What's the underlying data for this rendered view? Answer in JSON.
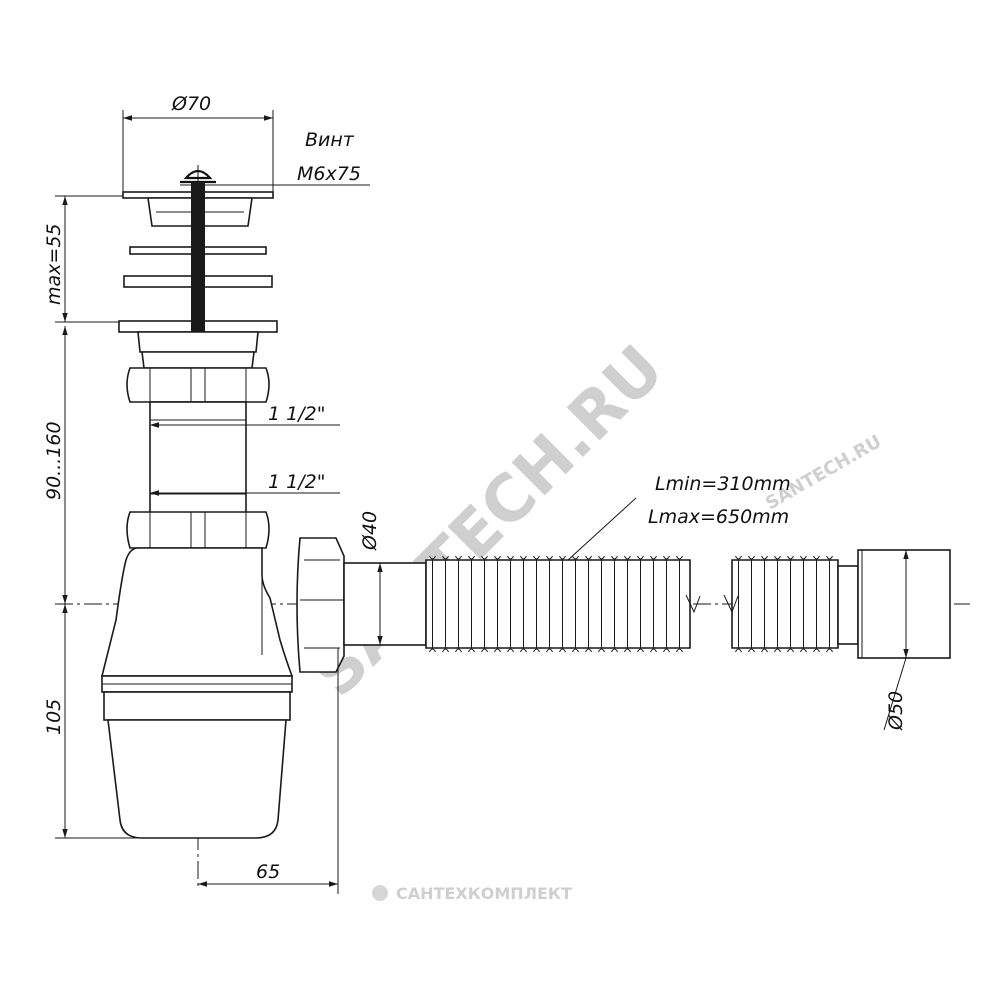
{
  "dimensions": {
    "drain_diameter": "Ø70",
    "screw_label": "Винт",
    "screw_size": "М6х75",
    "mount_thickness": "max=55",
    "connection_top": "1 1/2\"",
    "connection_bottom": "1 1/2\"",
    "height_range": "90...160",
    "outlet_diameter": "Ø40",
    "hose_length_min": "Lmin=310mm",
    "hose_length_max": "Lmax=650mm",
    "bottle_height": "105",
    "hose_end_diameter": "Ø50",
    "outlet_offset": "65"
  },
  "watermarks": {
    "diagonal": "SANTECH.RU",
    "small_diagonal": "SANTECH.RU",
    "brand": "САНТЕХКОМПЛЕКТ"
  },
  "colors": {
    "line": "#1a1a1a",
    "watermark": "#cfcfcf"
  }
}
